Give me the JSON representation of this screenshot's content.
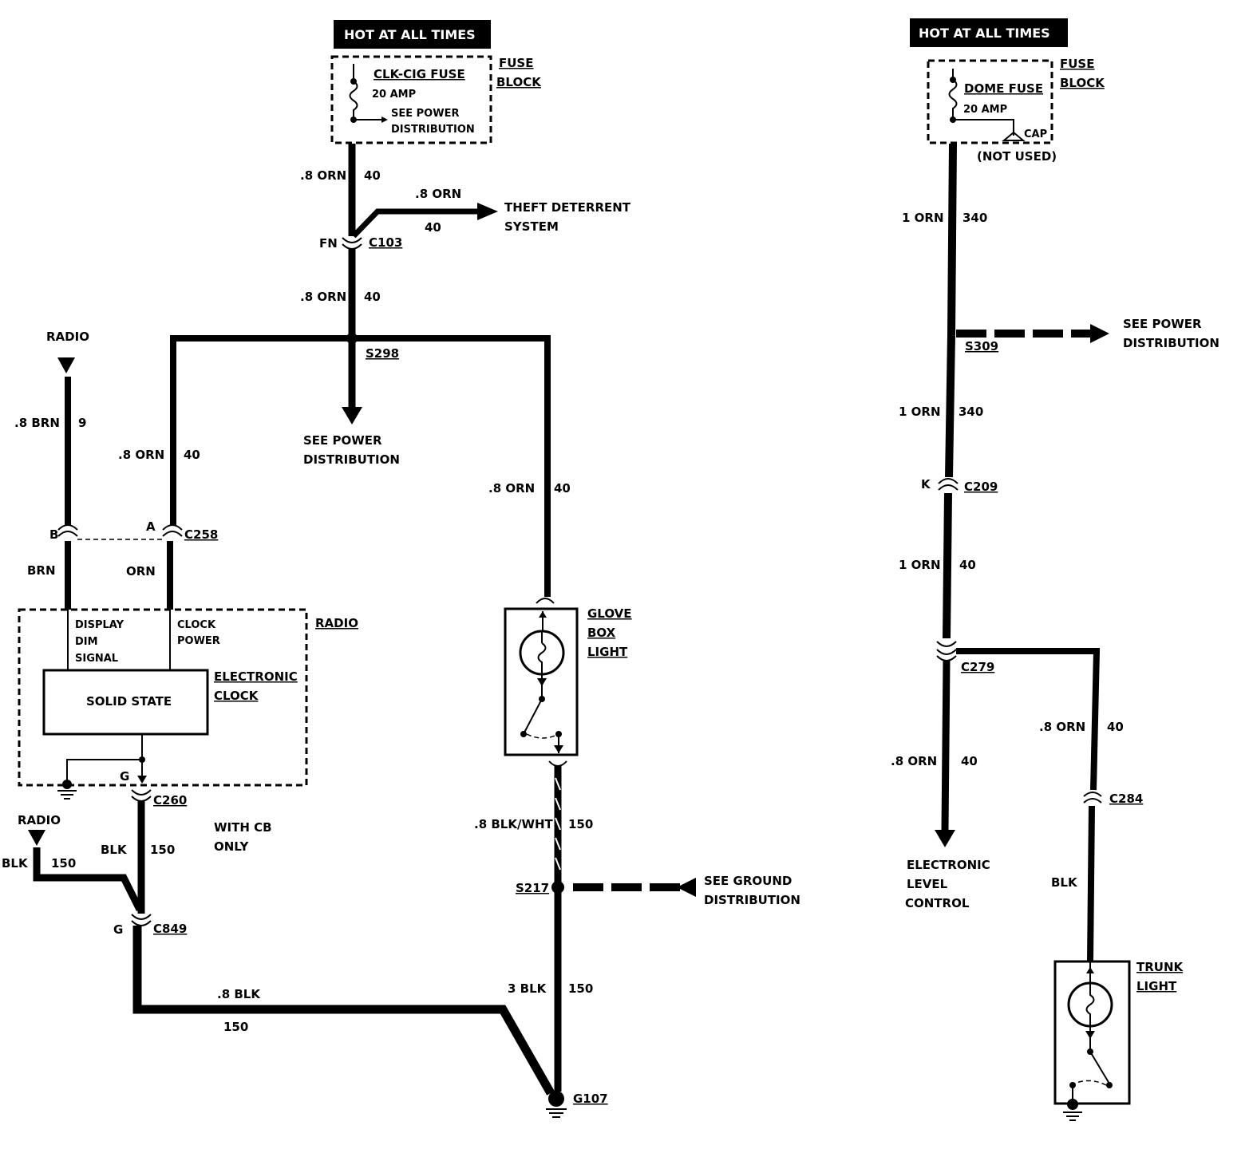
{
  "left_circuit": {
    "header": "HOT AT ALL TIMES",
    "fuse_block_label": [
      "FUSE",
      "BLOCK"
    ],
    "fuse_name": "CLK-CIG FUSE",
    "fuse_rating": "20 AMP",
    "fuse_see": [
      "SEE POWER",
      "DISTRIBUTION"
    ],
    "wire1_size": ".8 ORN",
    "wire1_circuit": "40",
    "theft_wire_size": ".8 ORN",
    "theft_wire_circuit": "40",
    "theft_label": [
      "THEFT DETERRENT",
      "SYSTEM"
    ],
    "c103_pin": "FN",
    "c103": "C103",
    "wire2_size": ".8 ORN",
    "wire2_circuit": "40",
    "splice_s298": "S298",
    "s298_see": [
      "SEE POWER",
      "DISTRIBUTION"
    ],
    "radio_top": "RADIO",
    "brn_size": ".8 BRN",
    "brn_circuit": "9",
    "clock_wire_size": ".8 ORN",
    "clock_wire_circuit": "40",
    "c258_pin_b": "B",
    "c258_pin_a": "A",
    "c258": "C258",
    "brn_short": "BRN",
    "orn_short": "ORN",
    "radio_box": "RADIO",
    "display_dim": [
      "DISPLAY",
      "DIM",
      "SIGNAL"
    ],
    "clock_power": [
      "CLOCK",
      "POWER"
    ],
    "solid_state": "SOLID STATE",
    "electronic_clock": [
      "ELECTRONIC",
      "CLOCK"
    ],
    "c260_pin": "G",
    "c260": "C260",
    "radio_bottom": "RADIO",
    "blk_left": "BLK",
    "blk_left_circuit": "150",
    "blk_mid": "BLK",
    "blk_mid_circuit": "150",
    "with_cb": [
      "WITH CB",
      "ONLY"
    ],
    "c849_pin": "G",
    "c849": "C849",
    "blk_bottom_size": ".8 BLK",
    "blk_bottom_circuit": "150",
    "glove_wire_size": ".8 ORN",
    "glove_wire_circuit": "40",
    "glove_box_light": [
      "GLOVE",
      "BOX",
      "LIGHT"
    ],
    "blkwht_size": ".8 BLK/WHT",
    "blkwht_circuit": "150",
    "splice_s217": "S217",
    "s217_see": [
      "SEE GROUND",
      "DISTRIBUTION"
    ],
    "blk3_size": "3 BLK",
    "blk3_circuit": "150",
    "ground_g107": "G107"
  },
  "right_circuit": {
    "header": "HOT AT ALL TIMES",
    "fuse_block_label": [
      "FUSE",
      "BLOCK"
    ],
    "fuse_name": "DOME FUSE",
    "fuse_rating": "20 AMP",
    "cap": "CAP",
    "not_used": "(NOT USED)",
    "wire1_size": "1 ORN",
    "wire1_circuit": "340",
    "splice_s309": "S309",
    "s309_see": [
      "SEE POWER",
      "DISTRIBUTION"
    ],
    "wire2_size": "1 ORN",
    "wire2_circuit": "340",
    "c209_pin": "K",
    "c209": "C209",
    "wire3_size": "1 ORN",
    "wire3_circuit": "40",
    "c279": "C279",
    "elc_wire_size": ".8 ORN",
    "elc_wire_circuit": "40",
    "elc_label": [
      "ELECTRONIC",
      "LEVEL",
      "CONTROL"
    ],
    "trunk_wire_size": ".8 ORN",
    "trunk_wire_circuit": "40",
    "c284": "C284",
    "trunk_blk": "BLK",
    "trunk_light": [
      "TRUNK",
      "LIGHT"
    ]
  }
}
